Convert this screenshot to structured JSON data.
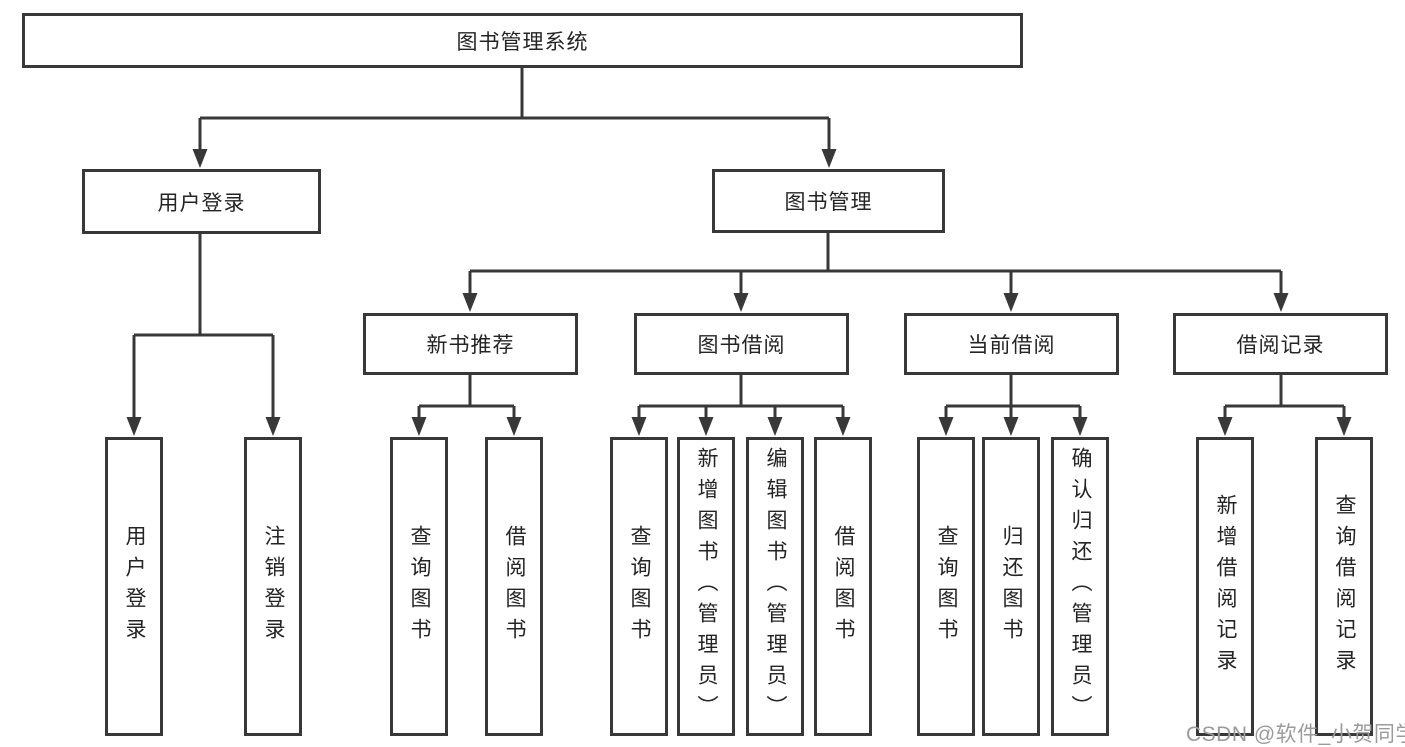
{
  "diagram": {
    "type": "tree",
    "tree": {
      "label": "图书管理系统",
      "children": [
        {
          "label": "用户登录",
          "children": [
            {
              "label": "用户登录"
            },
            {
              "label": "注销登录"
            }
          ]
        },
        {
          "label": "图书管理",
          "children": [
            {
              "label": "新书推荐",
              "children": [
                {
                  "label": "查询图书"
                },
                {
                  "label": "借阅图书"
                }
              ]
            },
            {
              "label": "图书借阅",
              "children": [
                {
                  "label": "查询图书"
                },
                {
                  "label": "新增图书（管理员）"
                },
                {
                  "label": "编辑图书（管理员）"
                },
                {
                  "label": "借阅图书"
                }
              ]
            },
            {
              "label": "当前借阅",
              "children": [
                {
                  "label": "查询图书"
                },
                {
                  "label": "归还图书"
                },
                {
                  "label": "确认归还（管理员）"
                }
              ]
            },
            {
              "label": "借阅记录",
              "children": [
                {
                  "label": "新增借阅记录"
                },
                {
                  "label": "查询借阅记录"
                }
              ]
            }
          ]
        }
      ]
    }
  },
  "watermark": {
    "text": "CSDN @软件_小贺同学",
    "color": "#9b9b9b"
  },
  "colors": {
    "line": "#383838",
    "box_border": "#383838",
    "box_fill": "#ffffff",
    "text": "#242424",
    "background": "#ffffff"
  }
}
